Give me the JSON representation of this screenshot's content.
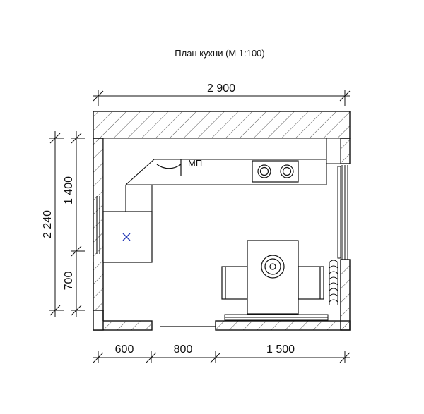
{
  "title": "План кухни (М 1:100)",
  "dimensions": {
    "total_width": "2 900",
    "total_depth": "2 240",
    "left_segment_upper": "1 400",
    "left_segment_lower": "700",
    "bottom_segment_left": "600",
    "bottom_segment_middle": "800",
    "bottom_segment_right": "1 500"
  },
  "labels": {
    "appliance": "МП"
  },
  "colors": {
    "line": "#111111",
    "hatch": "#555555",
    "sink_mark": "#2b3fb8",
    "background": "#ffffff"
  }
}
